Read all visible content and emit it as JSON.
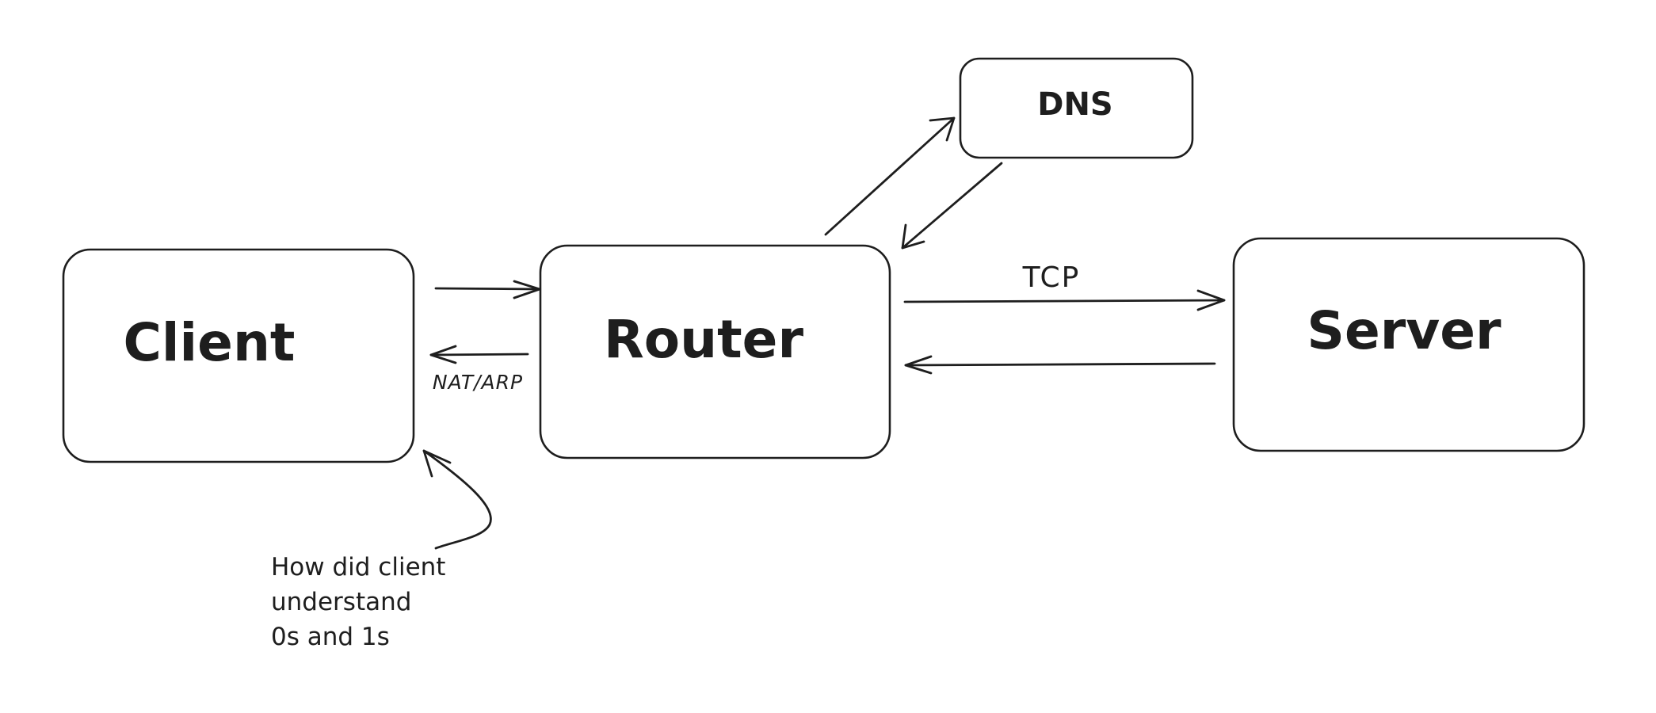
{
  "nodes": {
    "client": {
      "label": "Client"
    },
    "router": {
      "label": "Router"
    },
    "server": {
      "label": "Server"
    },
    "dns": {
      "label": "DNS"
    }
  },
  "edges": {
    "client_to_router": {
      "label": ""
    },
    "router_to_client": {
      "label": "NAT/ARP"
    },
    "router_to_server": {
      "label": "TCP"
    },
    "server_to_router": {
      "label": ""
    },
    "router_to_dns": {
      "label": ""
    },
    "dns_to_router": {
      "label": ""
    },
    "note_to_client": {
      "label": ""
    }
  },
  "note": {
    "lines": [
      "How did client",
      "understand",
      "0s and 1s"
    ]
  },
  "colors": {
    "stroke": "#1e1e1e",
    "background": "#ffffff"
  }
}
